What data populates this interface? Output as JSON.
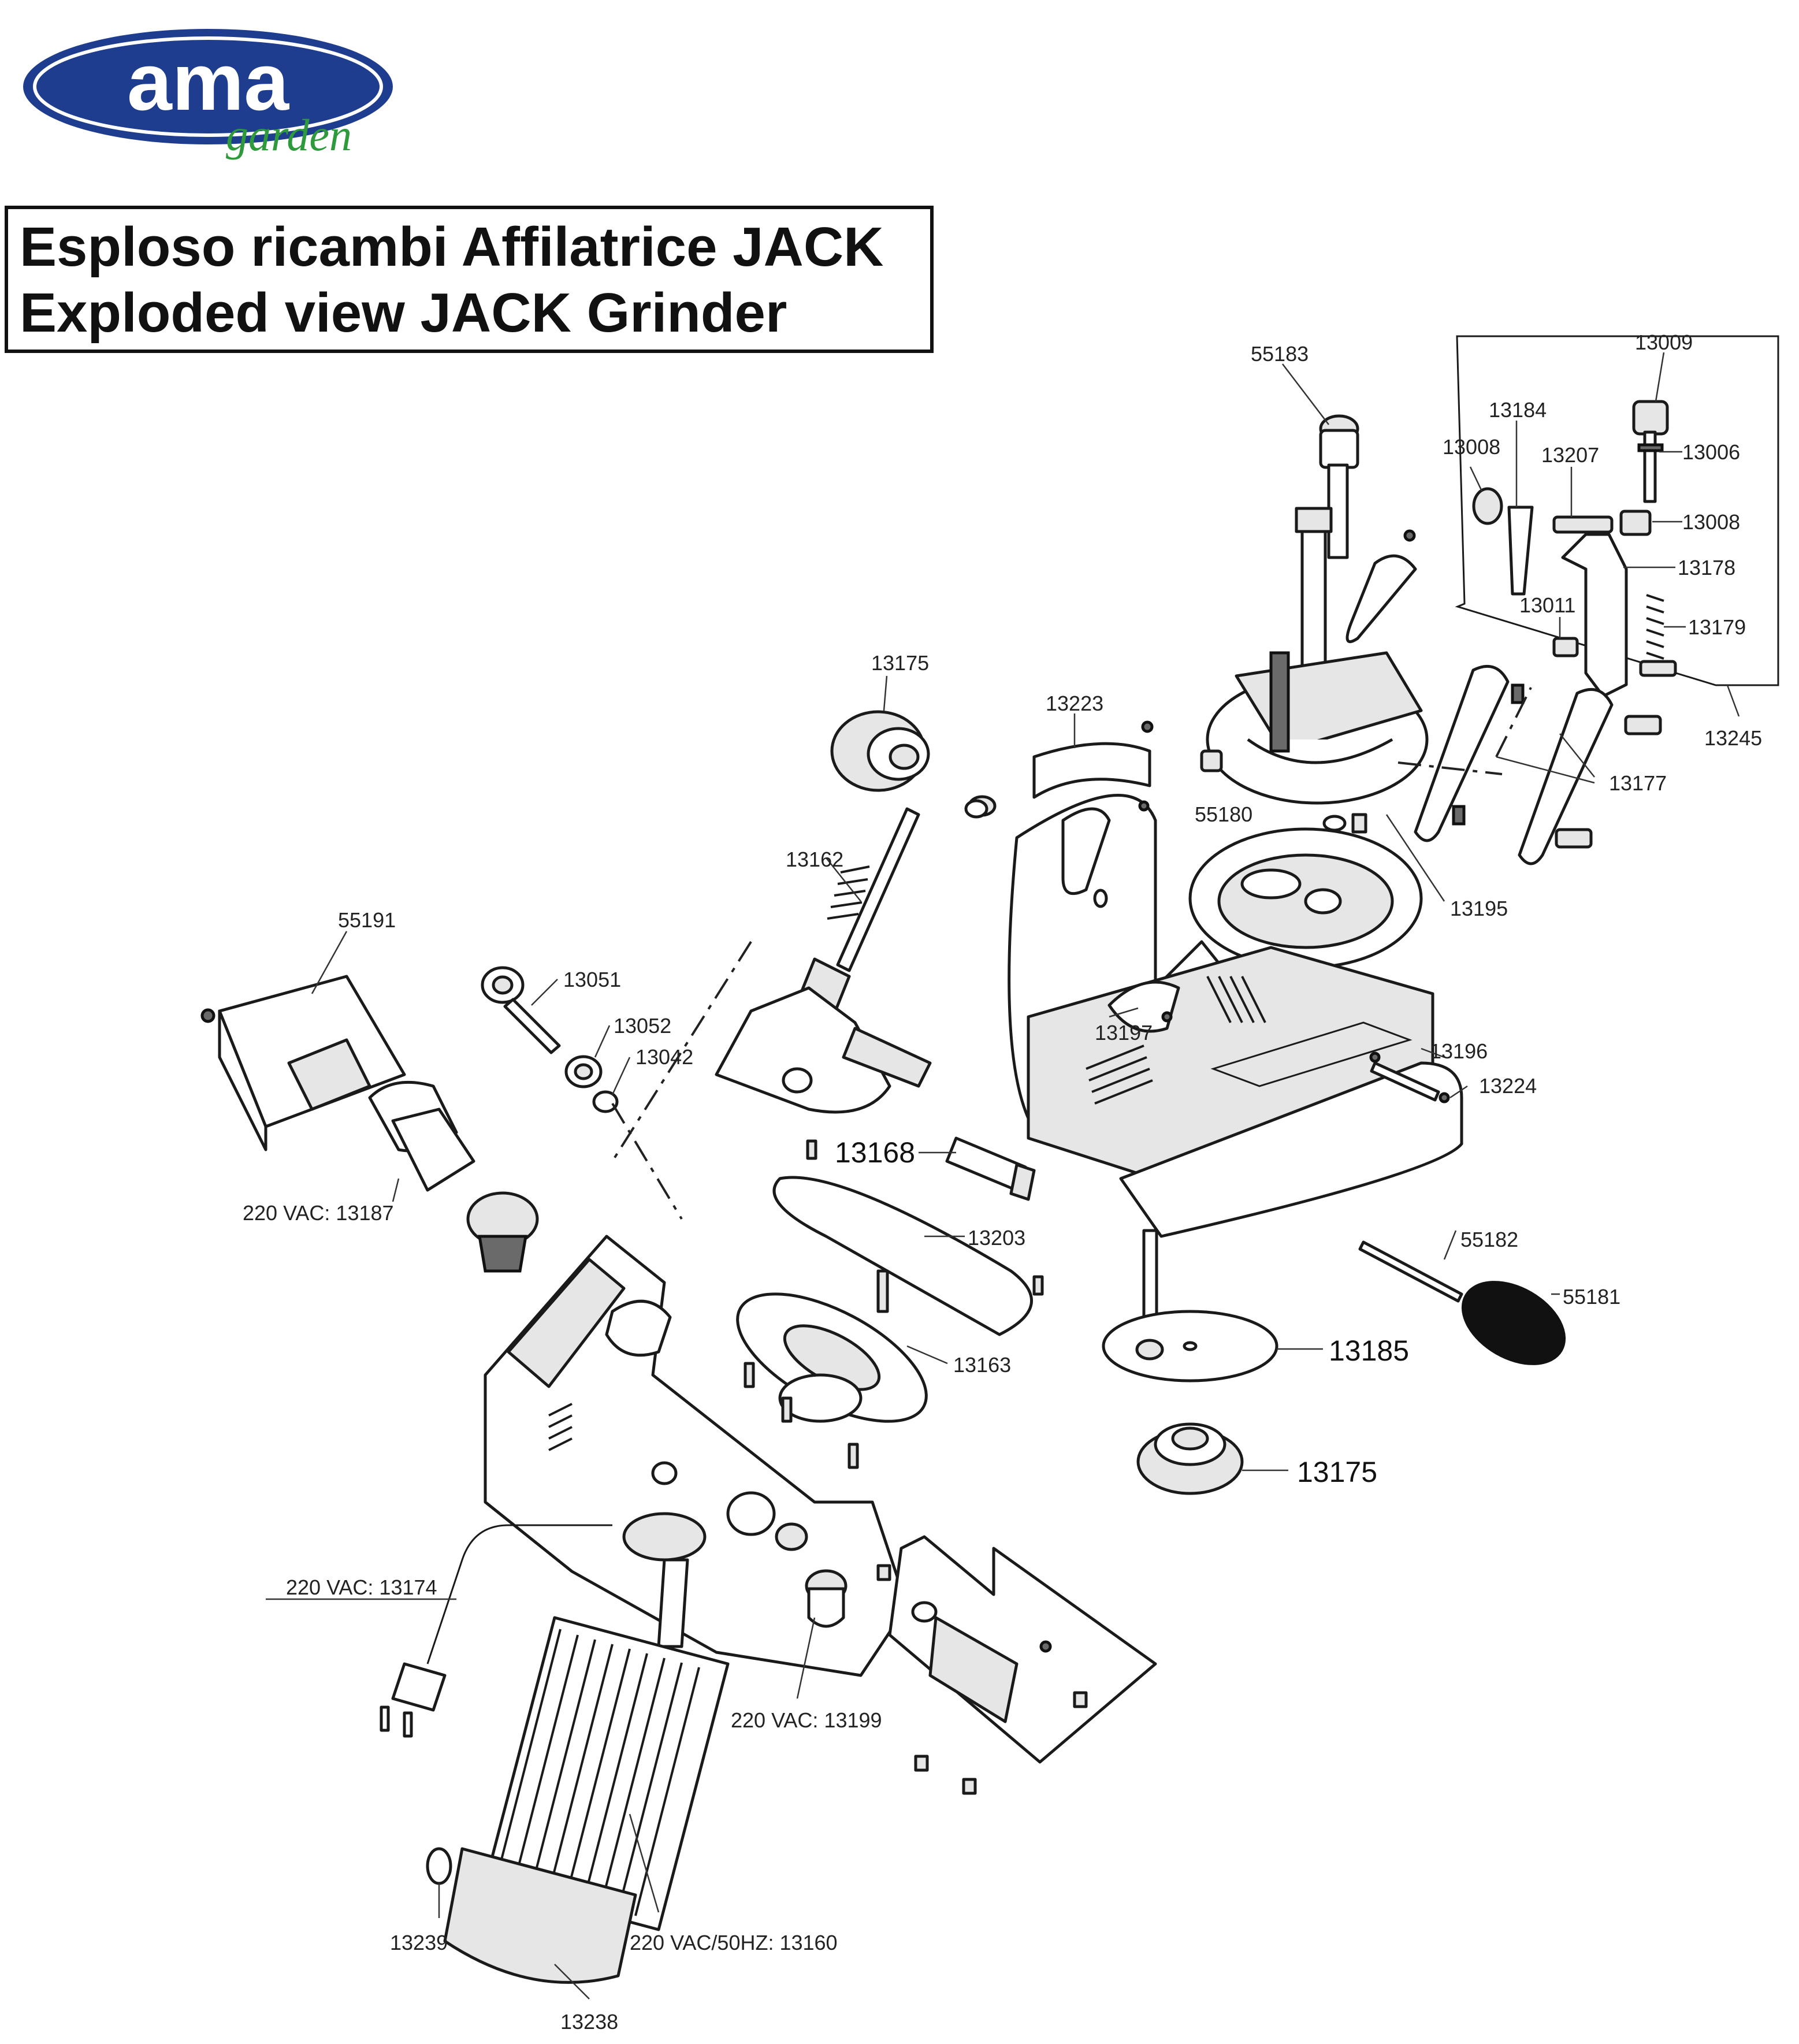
{
  "logo": {
    "brand": "ama",
    "sub": "garden",
    "colors": {
      "oval": "#1f3d8f",
      "sub": "#2e9a3c"
    }
  },
  "title": {
    "line1": "Esploso ricambi Affilatrice JACK",
    "line2": "Exploded view JACK Grinder"
  },
  "labels": {
    "p55183": "55183",
    "p13009": "13009",
    "p13184": "13184",
    "p13008a": "13008",
    "p13207": "13207",
    "p13006": "13006",
    "p13008b": "13008",
    "p13178": "13178",
    "p13011": "13011",
    "p13179": "13179",
    "p13245": "13245",
    "p13175a": "13175",
    "p13223": "13223",
    "p55180": "55180",
    "p13177": "13177",
    "p13195": "13195",
    "p13162": "13162",
    "p55191": "55191",
    "p13051": "13051",
    "p13052": "13052",
    "p13042": "13042",
    "p13197": "13197",
    "p13196": "13196",
    "p13224": "13224",
    "p13168": "13168",
    "p13187": "220 VAC: 13187",
    "p13203": "13203",
    "p55182": "55182",
    "p55181": "55181",
    "p13185": "13185",
    "p13163": "13163",
    "p13175b": "13175",
    "p13174": "220 VAC: 13174",
    "p13199": "220 VAC: 13199",
    "p13239": "13239",
    "p13160": "220 VAC/50HZ: 13160",
    "p13238": "13238"
  }
}
